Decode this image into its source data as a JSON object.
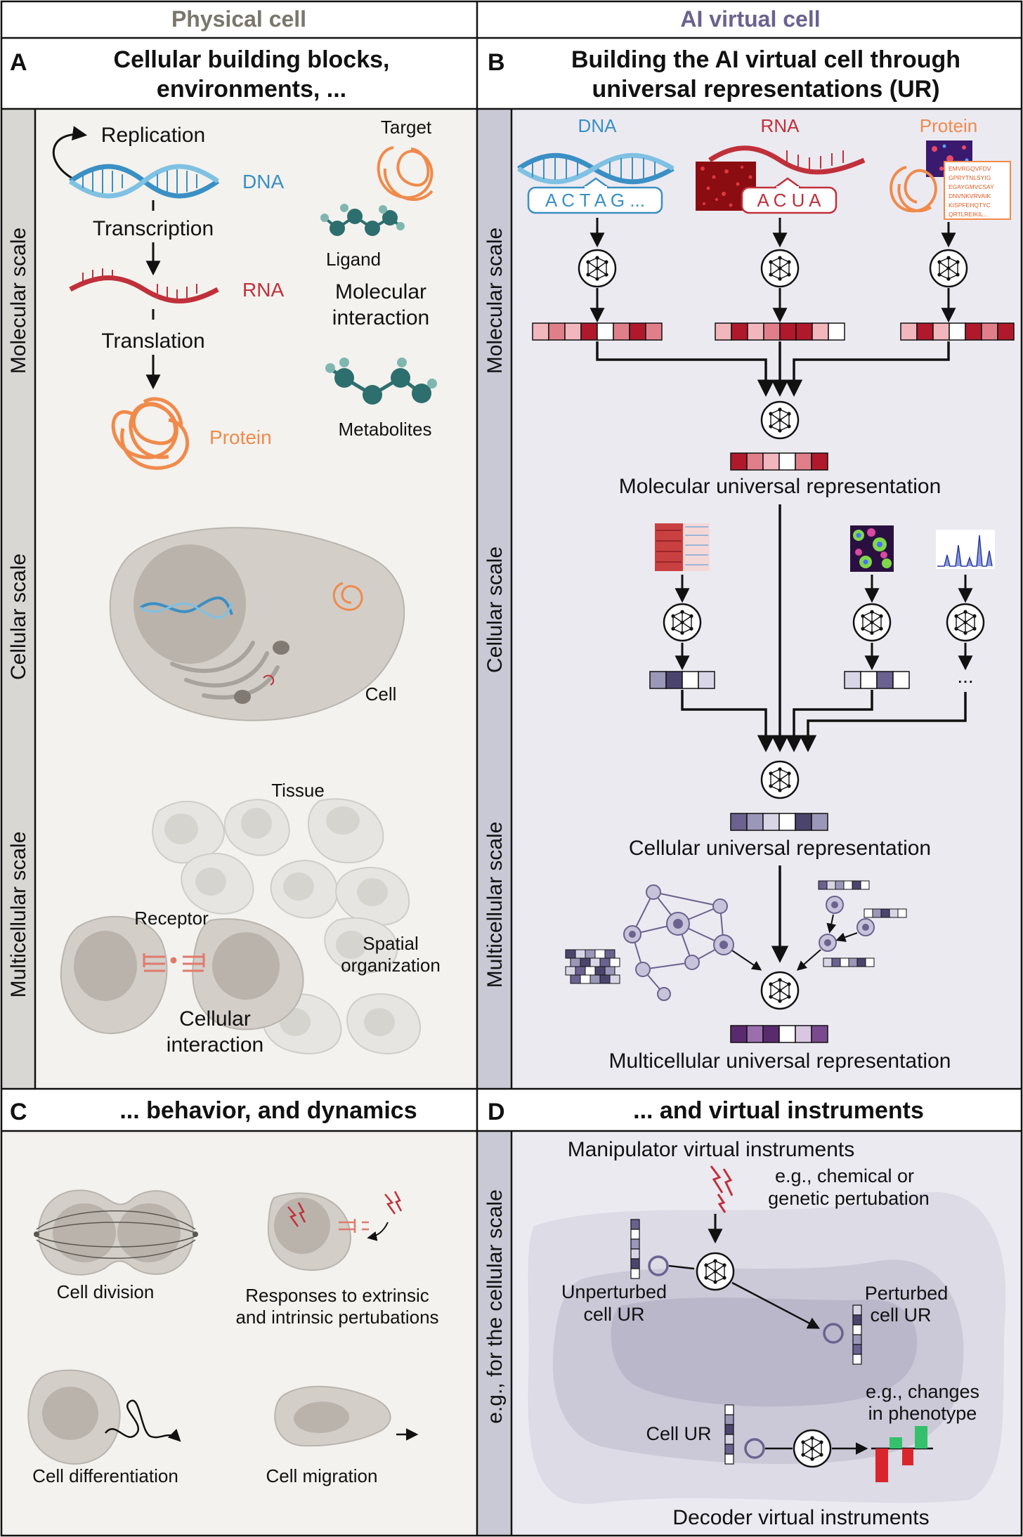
{
  "columns": {
    "left": "Physical cell",
    "right": "AI virtual cell"
  },
  "panel_a": {
    "letter": "A",
    "title_line1": "Cellular building blocks,",
    "title_line2": "environments, ...",
    "scales": [
      "Molecular scale",
      "Cellular scale",
      "Multicellular scale"
    ],
    "labels": {
      "replication": "Replication",
      "dna": "DNA",
      "transcription": "Transcription",
      "rna": "RNA",
      "translation": "Translation",
      "protein": "Protein",
      "target": "Target",
      "ligand": "Ligand",
      "molecular_interaction_1": "Molecular",
      "molecular_interaction_2": "interaction",
      "metabolites": "Metabolites",
      "cell": "Cell",
      "tissue": "Tissue",
      "receptor": "Receptor",
      "spatial_1": "Spatial",
      "spatial_2": "organization",
      "cellular_interaction_1": "Cellular",
      "cellular_interaction_2": "interaction"
    }
  },
  "panel_b": {
    "letter": "B",
    "title_line1": "Building the AI virtual cell through",
    "title_line2": "universal representations (UR)",
    "scales": [
      "Molecular scale",
      "Cellular scale",
      "Multicellular scale"
    ],
    "inputs": {
      "dna": "DNA",
      "rna": "RNA",
      "protein": "Protein"
    },
    "sequences": {
      "dna": "A C T A G ...",
      "rna": "A C U A"
    },
    "protein_sequence": [
      "EMVRGQVFDV",
      "GPRYTNLSYIG",
      "EGAYGMVCSAY",
      "DNVNKVRVAIK",
      "KISPFEHQTYC",
      "QRTLREIKIL..."
    ],
    "ellipsis": "...",
    "molecular_ur": "Molecular universal representation",
    "cellular_ur": "Cellular universal representation",
    "multicellular_ur": "Multicellular universal representation"
  },
  "panel_c": {
    "letter": "C",
    "title": "... behavior, and dynamics",
    "labels": {
      "cell_division": "Cell division",
      "responses_1": "Responses to extrinsic",
      "responses_2": "and intrinsic pertubations",
      "cell_differentiation": "Cell differentiation",
      "cell_migration": "Cell migration"
    }
  },
  "panel_d": {
    "letter": "D",
    "title": "... and virtual instruments",
    "side_label": "e.g., for the cellular scale",
    "manipulator": "Manipulator virtual instruments",
    "perturb_1": "e.g., chemical or",
    "perturb_2": "genetic pertubation",
    "unperturbed_1": "Unperturbed",
    "unperturbed_2": "cell UR",
    "perturbed_1": "Perturbed",
    "perturbed_2": "cell UR",
    "changes_1": "e.g., changes",
    "changes_2": "in phenotype",
    "cell_ur": "Cell UR",
    "decoder": "Decoder virtual instruments"
  },
  "colors": {
    "dna": "#3a8fc4",
    "rna": "#c0303a",
    "protein": "#f08a4b",
    "ligand": "#2d6e6e",
    "panel_bg": "#f3f2ee",
    "strip_bg": "#d8d7d4",
    "strip_bg_b": "#c9c9d6",
    "embedding_red": "#b0192b",
    "embedding_purple": "#6b6290",
    "bar_red": "#d8262c",
    "bar_green": "#35c06c"
  }
}
